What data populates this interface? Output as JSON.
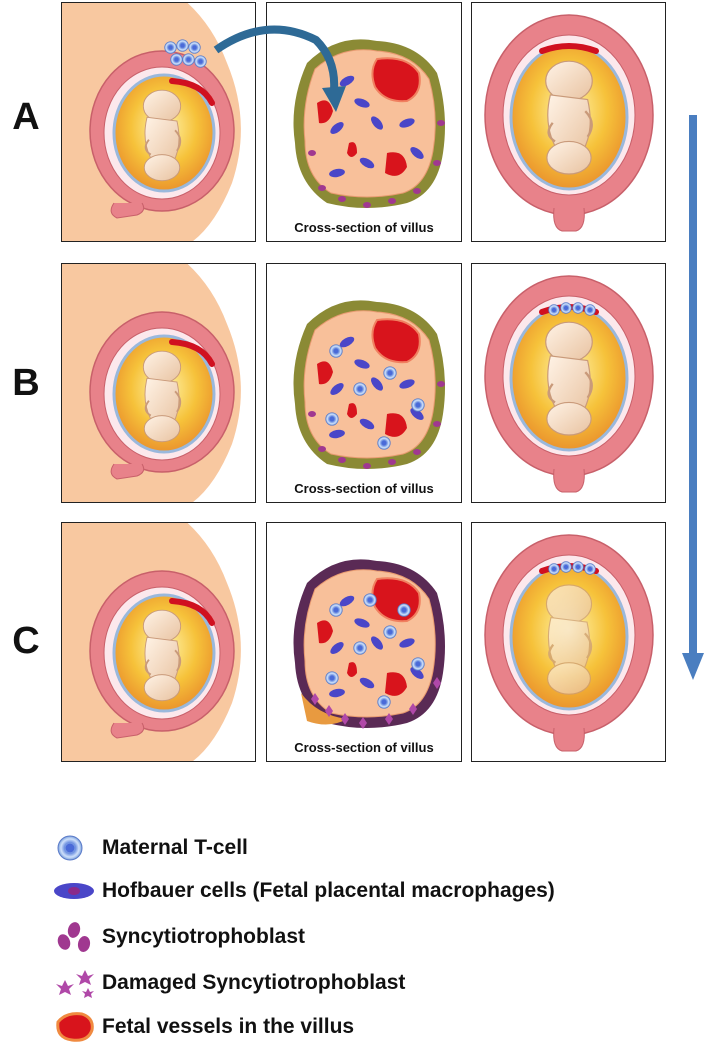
{
  "rows": [
    {
      "label": "A",
      "caption": "Cross-section of villus"
    },
    {
      "label": "B",
      "caption": "Cross-section of villus"
    },
    {
      "label": "C",
      "caption": "Cross-section of villus"
    }
  ],
  "legend": [
    {
      "icon": "maternal-t-cell-icon",
      "label": "Maternal T-cell"
    },
    {
      "icon": "hofbauer-cell-icon",
      "label": "Hofbauer cells (Fetal placental macrophages)"
    },
    {
      "icon": "syncytiotrophoblast-icon",
      "label": "Syncytiotrophoblast"
    },
    {
      "icon": "damaged-syncytiotrophoblast-icon",
      "label": "Damaged Syncytiotrophoblast"
    },
    {
      "icon": "fetal-vessel-icon",
      "label": "Fetal vessels in the villus"
    }
  ],
  "colors": {
    "skin": "#f8c8a0",
    "uterus": "#e8828a",
    "amniotic": "#f6c23a",
    "fetus": "#f8e4cc",
    "villus_border": "#8b8a35",
    "villus_border_damaged": "#5a2a55",
    "stroma": "#f8c09a",
    "hofbauer": "#4a46c8",
    "vessel": "#d8141c",
    "tcell": "#8ab4ec",
    "arrow": "#4a7ec0"
  }
}
